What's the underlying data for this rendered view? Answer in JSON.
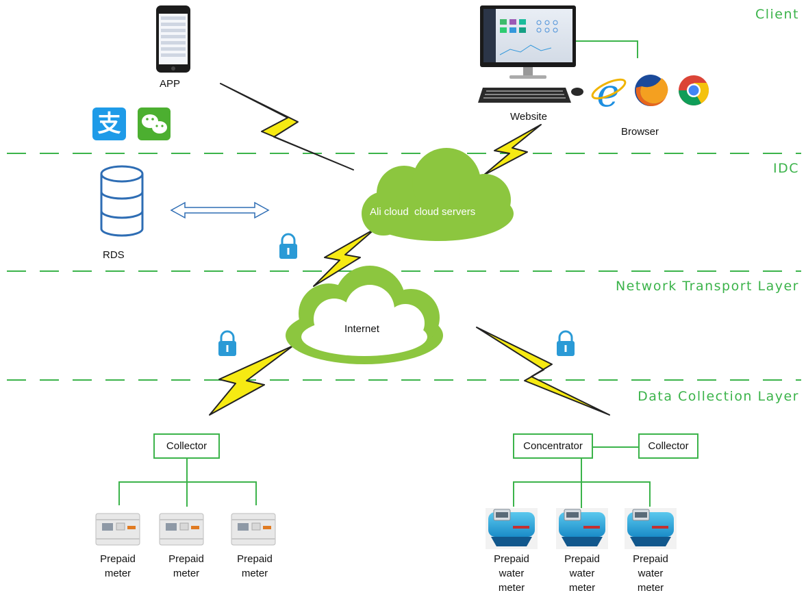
{
  "layers": {
    "client": "Client",
    "idc": "IDC",
    "network": "Network Transport Layer",
    "collection": "Data Collection Layer"
  },
  "client": {
    "app_label": "APP",
    "website_label": "Website",
    "browser_label": "Browser"
  },
  "idc": {
    "rds_label": "RDS",
    "cloud_label": "Ali cloud  cloud servers"
  },
  "network": {
    "internet_label": "Internet"
  },
  "collection": {
    "left_collector": "Collector",
    "concentrator": "Concentrator",
    "right_collector": "Collector",
    "electric_meters": [
      {
        "line1": "Prepaid",
        "line2": "meter"
      },
      {
        "line1": "Prepaid",
        "line2": "meter"
      },
      {
        "line1": "Prepaid",
        "line2": "meter"
      }
    ],
    "water_meters": [
      {
        "line1": "Prepaid",
        "line2": "water",
        "line3": "meter"
      },
      {
        "line1": "Prepaid",
        "line2": "water",
        "line3": "meter"
      },
      {
        "line1": "Prepaid",
        "line2": "water",
        "line3": "meter"
      }
    ]
  },
  "colors": {
    "accent_green": "#3bb34a",
    "cloud_green": "#8cc63f",
    "lightning_yellow": "#f6ea13",
    "rds_blue": "#2e6db4",
    "lock_blue": "#2a9ad6"
  }
}
